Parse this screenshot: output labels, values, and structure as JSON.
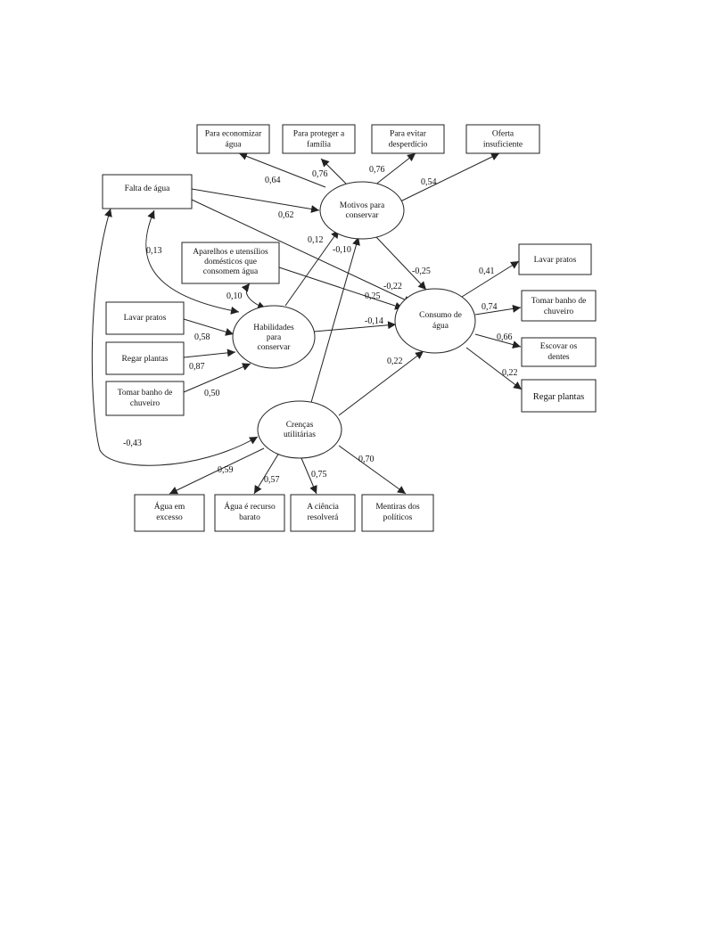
{
  "nodes": {
    "economizar": {
      "label": [
        "Para economizar",
        "água"
      ]
    },
    "proteger": {
      "label": [
        "Para proteger a",
        "família"
      ]
    },
    "evitar": {
      "label": [
        "Para evitar",
        "desperdício"
      ]
    },
    "oferta": {
      "label": [
        "Oferta",
        "insuficiente"
      ]
    },
    "falta": {
      "label": [
        "Falta de água"
      ]
    },
    "motivos": {
      "label": [
        "Motivos para",
        "conservar"
      ]
    },
    "aparelhos": {
      "label": [
        "Aparelhos e utensílios",
        "domésticos que",
        "consomem água"
      ]
    },
    "lavar_h": {
      "label": [
        "Lavar pratos"
      ]
    },
    "regar_h": {
      "label": [
        "Regar plantas"
      ]
    },
    "banho_h": {
      "label": [
        "Tomar banho de",
        "chuveiro"
      ]
    },
    "habilidades": {
      "label": [
        "Habilidades",
        "para",
        "conservar"
      ]
    },
    "consumo": {
      "label": [
        "Consumo de",
        "água"
      ]
    },
    "lavar_c": {
      "label": [
        "Lavar pratos"
      ]
    },
    "banho_c": {
      "label": [
        "Tomar banho de",
        "chuveiro"
      ]
    },
    "escovar_c": {
      "label": [
        "Escovar os",
        "dentes"
      ]
    },
    "regar_c": {
      "label": [
        "Regar plantas"
      ]
    },
    "crencas": {
      "label": [
        "Crenças",
        "utilitárias"
      ]
    },
    "excesso": {
      "label": [
        "Água em",
        "excesso"
      ]
    },
    "barato": {
      "label": [
        "Água é recurso",
        "barato"
      ]
    },
    "ciencia": {
      "label": [
        "A ciência",
        "resolverá"
      ]
    },
    "mentiras": {
      "label": [
        "Mentiras dos",
        "políticos"
      ]
    }
  },
  "coefficients": {
    "m_economizar": "0,64",
    "m_proteger": "0,76",
    "m_evitar": "0,76",
    "m_oferta": "0,54",
    "falta_motivos": "0,62",
    "falta_consumo": "-0,22",
    "falta_habilidades": "0,13",
    "habilidades_motivos": "0,12",
    "crencas_motivos": "-0,10",
    "motivos_consumo": "-0,25",
    "aparelhos_consumo": "0,25",
    "aparelhos_habilidades": "0,10",
    "habilidades_consumo": "-0,14",
    "lavar_h": "0,58",
    "regar_h": "0,87",
    "banho_h": "0,50",
    "c_lavar": "0,41",
    "c_banho": "0,74",
    "c_escovar": "0,66",
    "c_regar": "0,22",
    "crencas_consumo": "0,22",
    "falta_crencas": "-0,43",
    "cr_excesso": "0,59",
    "cr_barato": "0,57",
    "cr_ciencia": "0,75",
    "cr_mentiras": "0,70"
  }
}
